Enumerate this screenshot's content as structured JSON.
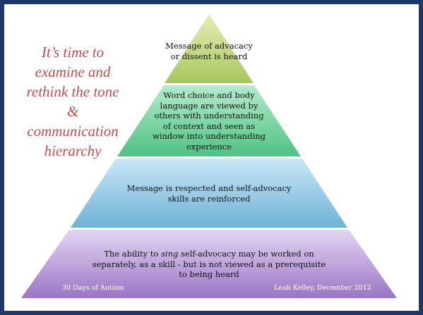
{
  "slogan": {
    "lines": [
      "It’s time to",
      "examine and",
      "rethink the tone",
      "&",
      "communication",
      "hierarchy"
    ]
  },
  "tiers": [
    {
      "id": "top",
      "lines": [
        "Message of advacacy",
        "or dissent is heard"
      ]
    },
    {
      "id": "second",
      "lines": [
        "Word choice and body",
        "language are viewed by",
        "others with understanding",
        "of context and seen as",
        "window into understanding",
        "experience"
      ]
    },
    {
      "id": "third",
      "lines": [
        "Message is respected and self-advocacy",
        "skills are reinforced"
      ]
    },
    {
      "id": "base",
      "line1_before": "The ability to ",
      "line1_italic": "sing",
      "line1_after": " self-advocacy may be worked on",
      "lines_rest": [
        "separately, as a skill - but is not viewed as a prerequisite",
        "to being heard"
      ]
    }
  ],
  "footer": {
    "left": "30 Days of Autism",
    "right": "Leah Kelley, December 2012"
  },
  "colors": {
    "border": "#1f3768",
    "slogan": "#c0504d",
    "tier_top": "#c9dc8c",
    "tier_second": "#7fd3a3",
    "tier_third": "#9ccde6",
    "tier_base": "#c5a9de"
  }
}
